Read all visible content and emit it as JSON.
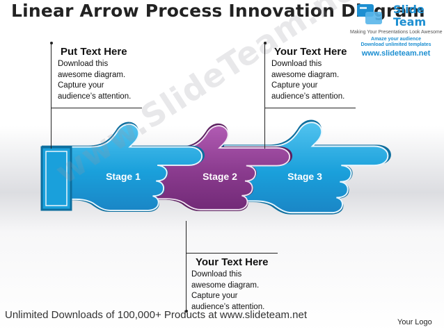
{
  "title": "Linear Arrow Process Innovation Diagram",
  "logo": {
    "word1": "Slide",
    "word2": "Team",
    "tagline": "Making Your Presentations Look Awesome",
    "line1": "Amaze your audience",
    "line2": "Download unlimited templates",
    "url": "www.slideteam.net"
  },
  "callouts": [
    {
      "heading": "Put Text Here",
      "body": [
        "Download this",
        "awesome diagram.",
        "Capture your",
        "audience’s attention."
      ]
    },
    {
      "heading": "Your Text Here",
      "body": [
        "Download this",
        "awesome diagram.",
        "Capture your",
        "audience’s attention."
      ]
    },
    {
      "heading": "Your Text Here",
      "body": [
        "Download this",
        "awesome diagram.",
        "Capture your",
        "audience’s attention."
      ]
    }
  ],
  "stages": [
    "Stage 1",
    "Stage 2",
    "Stage 3"
  ],
  "watermark": "www.SlideTeam.net",
  "footer": "Unlimited Downloads of 100,000+ Products at www.slideteam.net",
  "your_logo": "Your Logo",
  "colors": {
    "blue_hand": "#1fa2dc",
    "blue_outline": "#0d6e9e",
    "purple_hand": "#8a3b8e",
    "purple_outline": "#5d2060"
  }
}
